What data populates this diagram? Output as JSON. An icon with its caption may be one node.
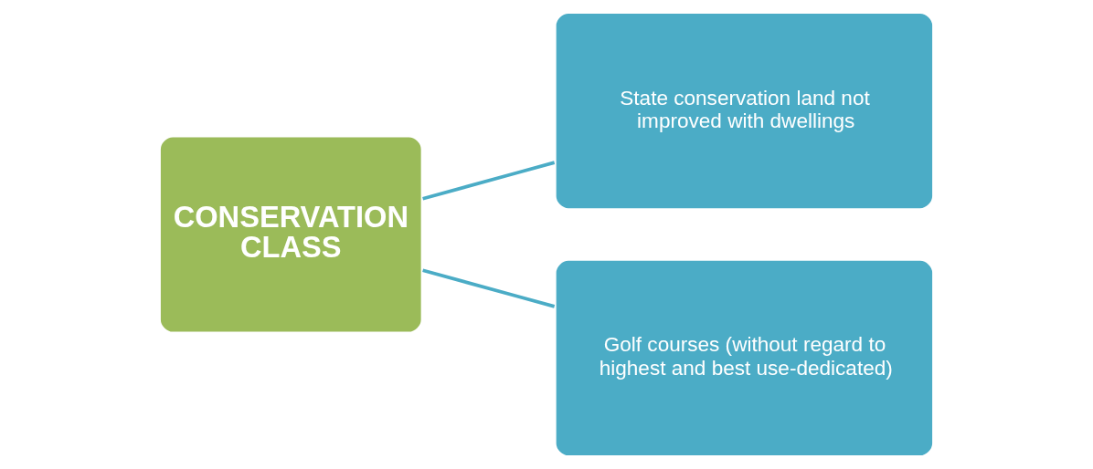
{
  "diagram": {
    "nodes": [
      {
        "text": [
          "CONSERVATION CLASS"
        ]
      },
      {
        "text": [
          "State conservation land not improved with dwellings"
        ]
      },
      {
        "text": [
          "Golf courses (without regard to highest and best use-dedicated)"
        ]
      }
    ],
    "edges": [
      {
        "from": 0,
        "to": 1,
        "arrow": "none"
      },
      {
        "from": 0,
        "to": 2,
        "arrow": "none"
      }
    ]
  }
}
